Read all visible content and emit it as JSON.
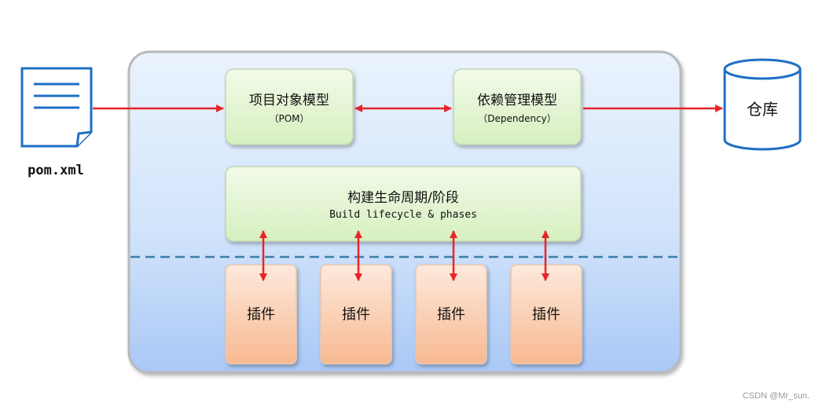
{
  "file": {
    "label": "pom.xml"
  },
  "pom_model": {
    "title": "项目对象模型",
    "subtitle": "（POM）"
  },
  "dependency_model": {
    "title": "依赖管理模型",
    "subtitle": "（Dependency）"
  },
  "repository": {
    "label": "仓库"
  },
  "lifecycle": {
    "title": "构建生命周期/阶段",
    "subtitle": "Build lifecycle & phases"
  },
  "plugins": [
    {
      "label": "插件"
    },
    {
      "label": "插件"
    },
    {
      "label": "插件"
    },
    {
      "label": "插件"
    }
  ],
  "watermark": "CSDN @Mr_sun.",
  "colors": {
    "arrow": "#e8242a",
    "container_border": "#b9b9b9",
    "dashed_line": "#3b7fa8",
    "file_stroke": "#1f6fc4",
    "model_fill_top": "#f2fae9",
    "model_fill_bottom": "#d6efbf",
    "plugin_fill_top": "#fde9dc",
    "plugin_fill_bottom": "#f7b991"
  }
}
